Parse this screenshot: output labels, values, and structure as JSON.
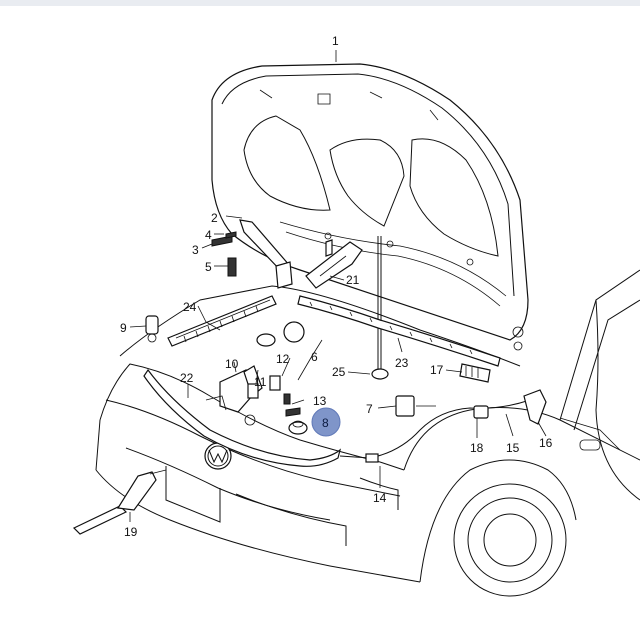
{
  "callouts": {
    "c1": "1",
    "c2": "2",
    "c3": "3",
    "c4": "4",
    "c5": "5",
    "c6": "6",
    "c7": "7",
    "c8_highlighted": "8",
    "c9": "9",
    "c10": "10",
    "c11": "11",
    "c12": "12",
    "c13": "13",
    "c14": "14",
    "c15": "15",
    "c16": "16",
    "c17": "17",
    "c18": "18",
    "c19": "19",
    "c21": "21",
    "c22": "22",
    "c23": "23",
    "c24": "24",
    "c25": "25"
  },
  "colors": {
    "highlight_fill": "#7f95c9",
    "line": "#111111",
    "background": "#ffffff"
  }
}
